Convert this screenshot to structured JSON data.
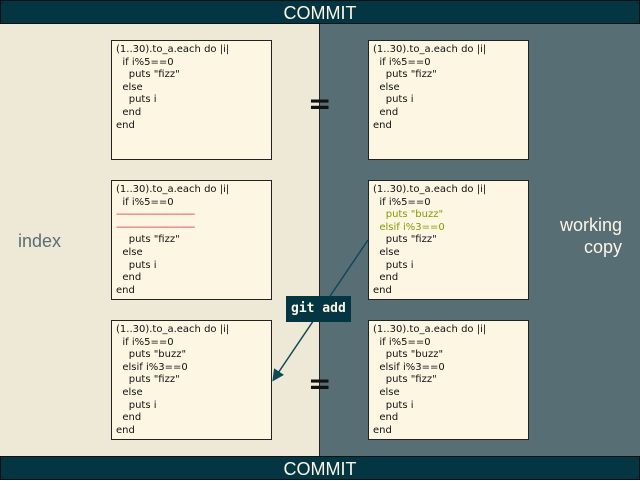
{
  "header": {
    "title": "COMMIT"
  },
  "footer": {
    "title": "COMMIT"
  },
  "labels": {
    "index": "index",
    "working_copy_1": "working",
    "working_copy_2": "copy",
    "git_add": "git add",
    "equals": "="
  },
  "boxes": {
    "index_top": [
      {
        "t": "(1..30).to_a.each do |i|",
        "s": ""
      },
      {
        "t": "  if i%5==0",
        "s": ""
      },
      {
        "t": "    puts \"fizz\"",
        "s": ""
      },
      {
        "t": "  else",
        "s": ""
      },
      {
        "t": "    puts i",
        "s": ""
      },
      {
        "t": "  end",
        "s": ""
      },
      {
        "t": "end",
        "s": ""
      }
    ],
    "wc_top": [
      {
        "t": "(1..30).to_a.each do |i|",
        "s": ""
      },
      {
        "t": "  if i%5==0",
        "s": ""
      },
      {
        "t": "    puts \"fizz\"",
        "s": ""
      },
      {
        "t": "  else",
        "s": ""
      },
      {
        "t": "    puts i",
        "s": ""
      },
      {
        "t": "  end",
        "s": ""
      },
      {
        "t": "end",
        "s": ""
      }
    ],
    "index_mid": [
      {
        "t": "(1..30).to_a.each do |i|",
        "s": ""
      },
      {
        "t": "  if i%5==0",
        "s": ""
      },
      {
        "t": "------------------------------",
        "s": "removed"
      },
      {
        "t": "------------------------------",
        "s": "removed"
      },
      {
        "t": "    puts \"fizz\"",
        "s": ""
      },
      {
        "t": "  else",
        "s": ""
      },
      {
        "t": "    puts i",
        "s": ""
      },
      {
        "t": "  end",
        "s": ""
      },
      {
        "t": "end",
        "s": ""
      }
    ],
    "wc_mid": [
      {
        "t": "(1..30).to_a.each do |i|",
        "s": ""
      },
      {
        "t": "  if i%5==0",
        "s": ""
      },
      {
        "t": "    puts \"buzz\"",
        "s": "added"
      },
      {
        "t": "  elsif i%3==0",
        "s": "added"
      },
      {
        "t": "    puts \"fizz\"",
        "s": ""
      },
      {
        "t": "  else",
        "s": ""
      },
      {
        "t": "    puts i",
        "s": ""
      },
      {
        "t": "  end",
        "s": ""
      },
      {
        "t": "end",
        "s": ""
      }
    ],
    "index_bot": [
      {
        "t": "(1..30).to_a.each do |i|",
        "s": ""
      },
      {
        "t": "  if i%5==0",
        "s": ""
      },
      {
        "t": "    puts \"buzz\"",
        "s": ""
      },
      {
        "t": "  elsif i%3==0",
        "s": ""
      },
      {
        "t": "    puts \"fizz\"",
        "s": ""
      },
      {
        "t": "  else",
        "s": ""
      },
      {
        "t": "    puts i",
        "s": ""
      },
      {
        "t": "  end",
        "s": ""
      },
      {
        "t": "end",
        "s": ""
      }
    ],
    "wc_bot": [
      {
        "t": "(1..30).to_a.each do |i|",
        "s": ""
      },
      {
        "t": "  if i%5==0",
        "s": ""
      },
      {
        "t": "    puts \"buzz\"",
        "s": ""
      },
      {
        "t": "  elsif i%3==0",
        "s": ""
      },
      {
        "t": "    puts \"fizz\"",
        "s": ""
      },
      {
        "t": "  else",
        "s": ""
      },
      {
        "t": "    puts i",
        "s": ""
      },
      {
        "t": "  end",
        "s": ""
      },
      {
        "t": "end",
        "s": ""
      }
    ]
  },
  "colors": {
    "bar": "#033642",
    "index_bg": "#eee8d7",
    "wc_bg": "#586e75",
    "added": "#859900",
    "removed": "#dc322f"
  }
}
